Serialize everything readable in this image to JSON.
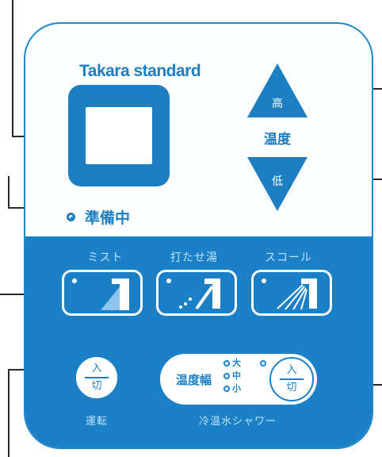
{
  "brand": "Takara standard",
  "status": {
    "ready_label": "準備中",
    "indicator_icon": "led-indicator-icon"
  },
  "temperature": {
    "title": "温度",
    "up_label": "高",
    "down_label": "低"
  },
  "modes": [
    {
      "label": "ミスト",
      "icon": "mist-shower-icon"
    },
    {
      "label": "打たせ湯",
      "icon": "cascade-shower-icon"
    },
    {
      "label": "スコール",
      "icon": "squall-shower-icon"
    }
  ],
  "power": {
    "on_label": "入",
    "off_label": "切",
    "caption": "運転"
  },
  "shower": {
    "width_label": "温度幅",
    "levels": [
      "大",
      "中",
      "小"
    ],
    "on_label": "入",
    "off_label": "切",
    "caption": "冷温水シャワー"
  },
  "colors": {
    "accent": "#1b80c5",
    "panel_bg": "#fbfdff",
    "leader_line": "#2a2a2a"
  }
}
